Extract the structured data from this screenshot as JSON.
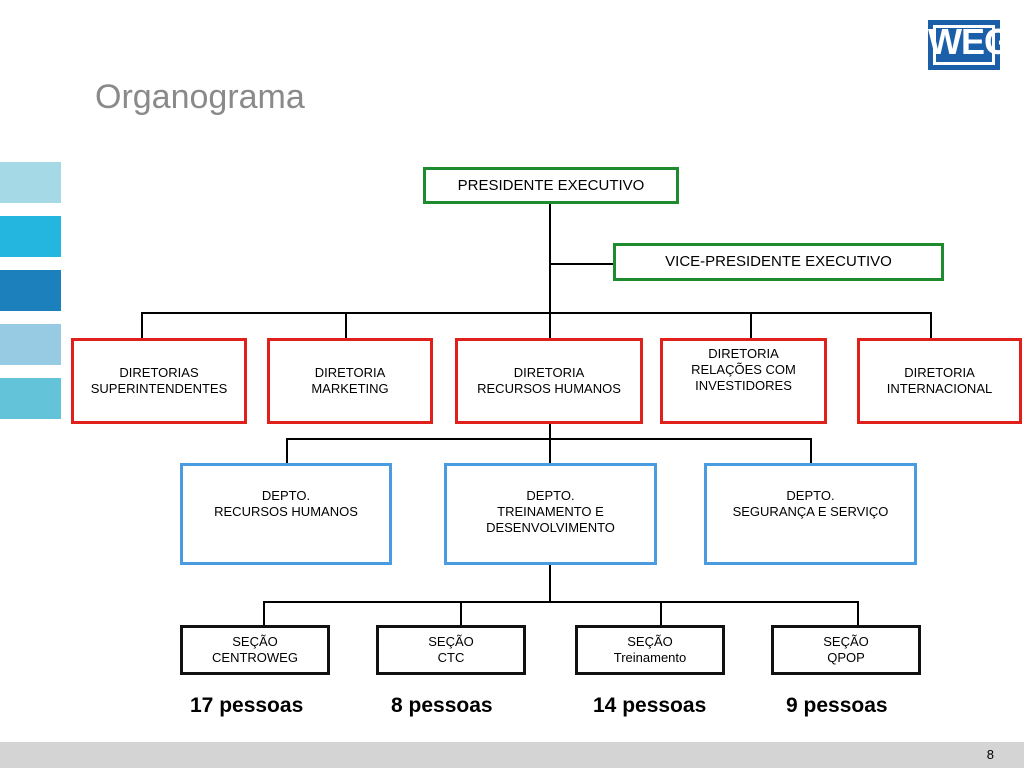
{
  "slide": {
    "title": "Organograma",
    "logo_text": "WEG",
    "page_number": "8"
  },
  "colors": {
    "title": "#8a8a8a",
    "logo": "#1b5fa8",
    "executive_border": "#1e8c2e",
    "directorate_border": "#e0201a",
    "department_border": "#4a9be0",
    "section_border": "#111111",
    "side_strips": [
      "#a6d9e6",
      "#24b6de",
      "#1c80bc",
      "#97cbe3",
      "#63c3d8"
    ]
  },
  "executives": {
    "president": "PRESIDENTE EXECUTIVO",
    "vice_president": "VICE-PRESIDENTE EXECUTIVO"
  },
  "directorates": [
    {
      "line1": "DIRETORIAS",
      "line2": "SUPERINTENDENTES",
      "line3": ""
    },
    {
      "line1": "DIRETORIA",
      "line2": "MARKETING",
      "line3": ""
    },
    {
      "line1": "DIRETORIA",
      "line2": "RECURSOS HUMANOS",
      "line3": ""
    },
    {
      "line1": "DIRETORIA",
      "line2": "RELAÇÕES COM",
      "line3": "INVESTIDORES"
    },
    {
      "line1": "DIRETORIA",
      "line2": "INTERNACIONAL",
      "line3": ""
    }
  ],
  "departments": [
    {
      "line1": "DEPTO.",
      "line2": "RECURSOS HUMANOS",
      "line3": ""
    },
    {
      "line1": "DEPTO.",
      "line2": "TREINAMENTO E",
      "line3": "DESENVOLVIMENTO"
    },
    {
      "line1": "DEPTO.",
      "line2": "SEGURANÇA E SERVIÇO",
      "line3": ""
    }
  ],
  "sections": [
    {
      "line1": "SEÇÃO",
      "line2": "CENTROWEG",
      "count": "17 pessoas"
    },
    {
      "line1": "SEÇÃO",
      "line2": "CTC",
      "count": "8 pessoas"
    },
    {
      "line1": "SEÇÃO",
      "line2": "Treinamento",
      "count": "14 pessoas"
    },
    {
      "line1": "SEÇÃO",
      "line2": "QPOP",
      "count": "9 pessoas"
    }
  ]
}
